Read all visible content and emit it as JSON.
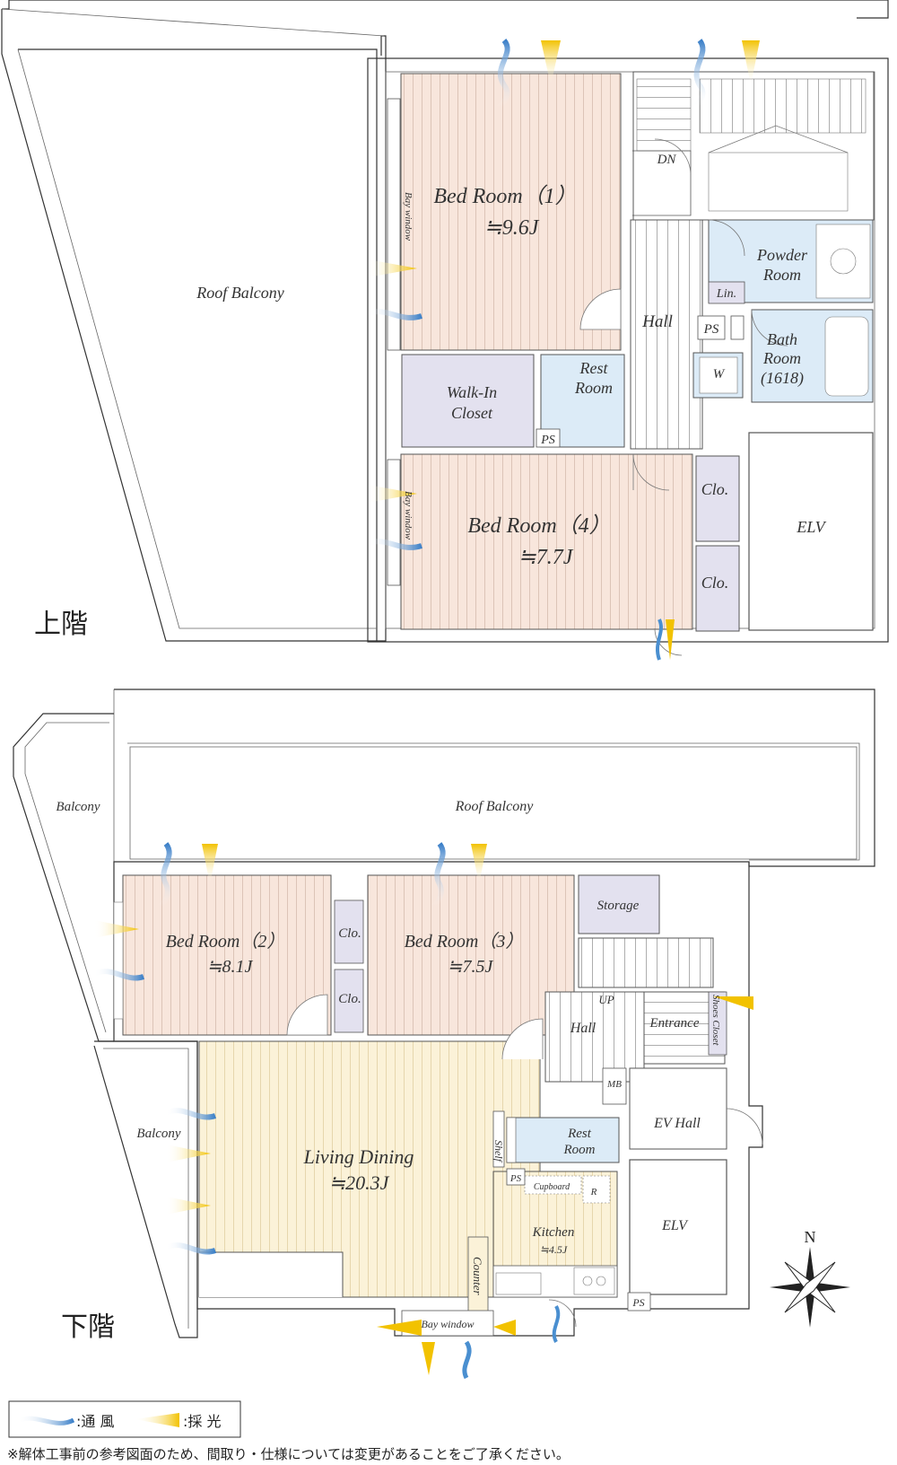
{
  "upper_floor": {
    "floor_label": "上階",
    "rooms": {
      "roof_balcony": "Roof Balcony",
      "bed1_name": "Bed Room（1）",
      "bed1_size": "≒9.6J",
      "bed4_name": "Bed Room（4）",
      "bed4_size": "≒7.7J",
      "bay_window": "Bay window",
      "walkin_closet_1": "Walk-In",
      "walkin_closet_2": "Closet",
      "rest_room_1": "Rest",
      "rest_room_2": "Room",
      "ps": "PS",
      "hall": "Hall",
      "dn": "DN",
      "powder_1": "Powder",
      "powder_2": "Room",
      "linen": "Lin.",
      "bath_1": "Bath",
      "bath_2": "Room",
      "bath_3": "(1618)",
      "washer": "W",
      "closet": "Clo.",
      "elevator": "ELV"
    }
  },
  "lower_floor": {
    "floor_label": "下階",
    "rooms": {
      "balcony": "Balcony",
      "roof_balcony": "Roof Balcony",
      "bed2_name": "Bed Room（2）",
      "bed2_size": "≒8.1J",
      "bed3_name": "Bed Room（3）",
      "bed3_size": "≒7.5J",
      "closet": "Clo.",
      "storage": "Storage",
      "up": "UP",
      "hall": "Hall",
      "entrance": "Entrance",
      "shoes_closet": "Shoes Closet",
      "mb": "MB",
      "ev_hall": "EV Hall",
      "living_name": "Living Dining",
      "living_size": "≒20.3J",
      "shelf": "Shelf",
      "rest_room_1": "Rest",
      "rest_room_2": "Room",
      "ps": "PS",
      "cupboard": "Cupboard",
      "fridge": "R",
      "kitchen_name": "Kitchen",
      "kitchen_size": "≒4.5J",
      "counter": "Counter",
      "elevator": "ELV",
      "bay_window": "Bay window"
    }
  },
  "compass": {
    "north": "N"
  },
  "legend": {
    "ventilation": ":通 風",
    "daylight": ":採 光"
  },
  "footnote": "※解体工事前の参考図面のため、間取り・仕様については変更があることをご了承ください。",
  "colors": {
    "bedroom": "#f8e6dc",
    "living": "#fbf2d8",
    "closet": "#e3e1ef",
    "water": "#dcebf7",
    "wind": "#4a8fd0",
    "light": "#f2c200"
  }
}
